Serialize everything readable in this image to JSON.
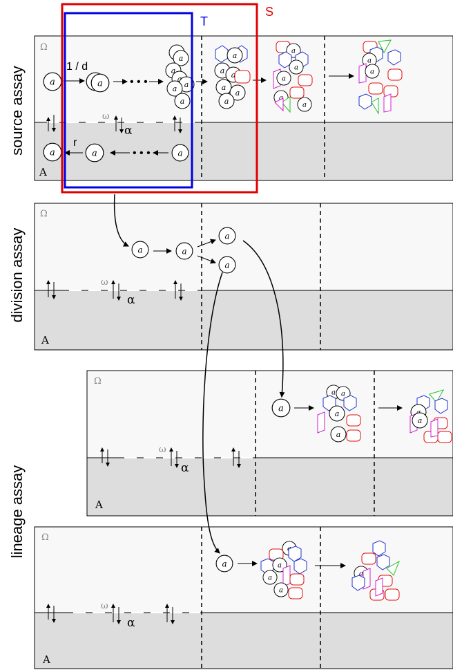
{
  "selection_boxes": {
    "S": {
      "label": "S",
      "color": "#e00000"
    },
    "T": {
      "label": "T",
      "color": "#0000e0"
    }
  },
  "row_labels": {
    "source": "source assay",
    "division": "division assay",
    "lineage": "lineage assay"
  },
  "symbols": {
    "omega_upper": "Ω",
    "omega_lower": "ω",
    "alpha": "α",
    "corner": "A",
    "cell": "a",
    "rate_divide": "1 / d",
    "rate_return": "r",
    "dots": "• • •"
  },
  "colors": {
    "niche_background": "#dddddd",
    "bulk_background": "#f8f8f8",
    "type_blue": "#1f2fd0",
    "type_red": "#e01010",
    "type_magenta": "#d020d0",
    "type_green": "#20c020"
  }
}
